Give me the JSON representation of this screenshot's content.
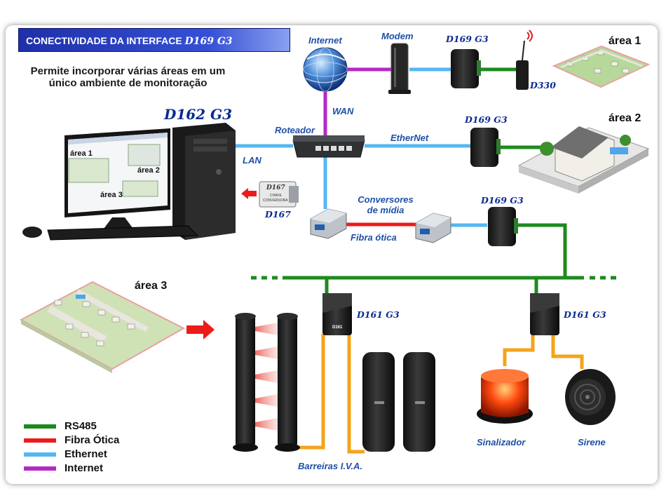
{
  "title": {
    "prefix": "CONECTIVIDADE DA INTERFACE",
    "model": "D169 G3"
  },
  "subtitle": {
    "line1": "Permite incorporar várias áreas em um",
    "line2": "único ambiente de monitoração"
  },
  "computer": {
    "model": "D162 G3",
    "screen_areas": [
      "área 1",
      "área 2",
      "área 3"
    ]
  },
  "nodes": {
    "internet": "Internet",
    "modem": "Modem",
    "router": "Roteador",
    "wan": "WAN",
    "lan": "LAN",
    "ethernet": "EtherNet",
    "converters_line1": "Conversores",
    "converters_line2": "de mídia",
    "fiber": "Fibra ótica",
    "d167": "D167",
    "d167_box_model": "D167",
    "d167_box_line1": "CHAVE",
    "d167_box_line2": "CONVERSORA",
    "d330": "D330",
    "d169_a": "D169 G3",
    "d169_b": "D169 G3",
    "d169_c": "D169 G3",
    "d161_a": "D161 G3",
    "d161_b": "D161 G3",
    "d161_box": "D161",
    "barriers": "Barreiras I.V.A.",
    "beacon": "Sinalizador",
    "siren": "Sirene"
  },
  "areas": {
    "area1": "área 1",
    "area2": "área 2",
    "area3": "área 3"
  },
  "legend": [
    {
      "label": "RS485",
      "color": "#1e8a1e"
    },
    {
      "label": "Fibra Ótica",
      "color": "#ee1b1b"
    },
    {
      "label": "Ethernet",
      "color": "#55b7f0"
    },
    {
      "label": "Internet",
      "color": "#b628c8"
    }
  ],
  "colors": {
    "rs485": "#1e8a1e",
    "fiber": "#ee1b1b",
    "ethernet": "#55b7f0",
    "internet": "#b628c8",
    "sensor_wire": "#f5a31a"
  }
}
